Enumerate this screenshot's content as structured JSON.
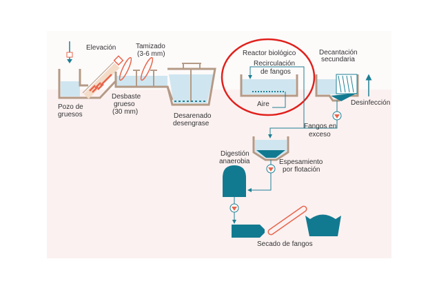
{
  "colors": {
    "water": "#cfe6f0",
    "wall": "#f3dcc8",
    "wall_stroke": "#b49a86",
    "pipe": "#1c7f93",
    "sludge": "#127a90",
    "orange": "#e8644a",
    "highlight": "#e0201c"
  },
  "labels": {
    "elevacion": "Elevación",
    "tamizado_1": "Tamizado",
    "tamizado_2": "(3-6 mm)",
    "pozo_1": "Pozo de",
    "pozo_2": "gruesos",
    "desbaste_1": "Desbaste",
    "desbaste_2": "grueso",
    "desbaste_3": "(30 mm)",
    "desarenado_1": "Desarenado",
    "desarenado_2": "desengrase",
    "reactor": "Reactor biológico",
    "recirc_1": "Recirculación",
    "recirc_2": "de fangos",
    "aire": "Aire",
    "decant_1": "Decantación",
    "decant_2": "secundaria",
    "desinfeccion": "Desinfección",
    "fangos_1": "Fangos en",
    "fangos_2": "exceso",
    "digestion_1": "Digestión",
    "digestion_2": "anaerobia",
    "espes_1": "Espesamiento",
    "espes_2": "por flotación",
    "secado": "Secado de fangos"
  }
}
